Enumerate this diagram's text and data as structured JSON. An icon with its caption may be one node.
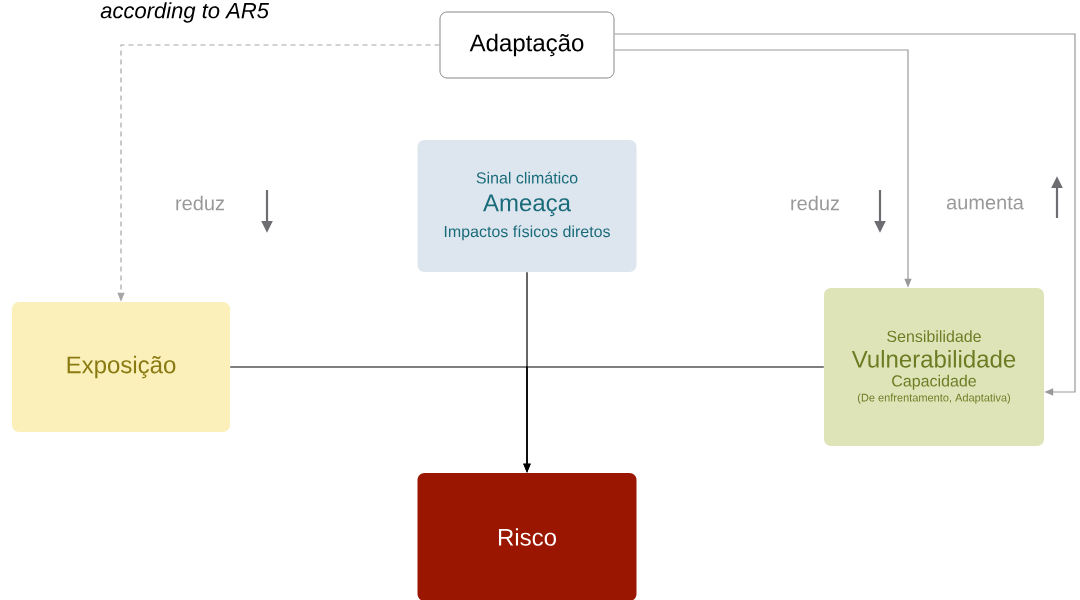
{
  "diagram": {
    "title": "according to AR5",
    "nodes": [
      {
        "text": [
          "Adaptação"
        ]
      },
      {
        "text": [
          "Sinal climático",
          "Ameaça",
          "Impactos físicos diretos"
        ]
      },
      {
        "text": [
          "Exposição"
        ]
      },
      {
        "text": [
          "Sensibilidade",
          "Vulnerabilidade",
          "Capacidade",
          "(De enfrentamento, Adaptativa)"
        ]
      },
      {
        "text": [
          "Risco"
        ]
      }
    ],
    "edges": [
      {
        "from": 0,
        "to": 2,
        "arrow": "to",
        "style": "dashed",
        "color": "#a6a6a6"
      },
      {
        "from": 0,
        "to": 3,
        "arrow": "to",
        "color": "#999999"
      },
      {
        "from": 0,
        "to": 3,
        "arrow": "to",
        "color": "#999999"
      },
      {
        "from": 1,
        "to": 4,
        "arrow": "to"
      },
      {
        "from": 2,
        "to": 4,
        "arrow": "to"
      },
      {
        "from": 3,
        "to": 4,
        "arrow": "to"
      }
    ],
    "labels": [
      "reduz",
      "reduz",
      "aumenta"
    ]
  }
}
